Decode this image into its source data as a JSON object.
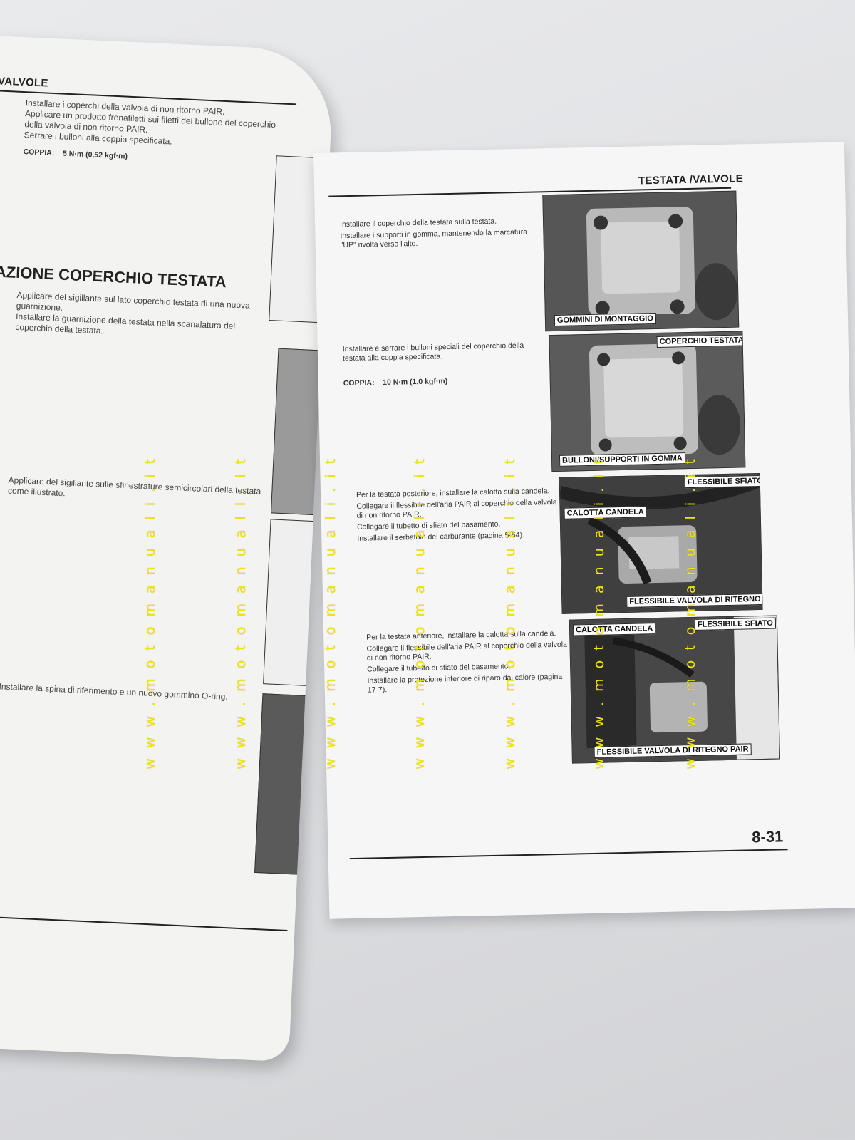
{
  "right_page": {
    "header": "TESTATA /VALVOLE",
    "page_number": "8-31",
    "block1": [
      "Installare il coperchio della testata sulla testata.",
      "Installare i supporti in gomma, mantenendo la marcatura \"UP\" rivolta verso l'alto."
    ],
    "block2": [
      "Installare e serrare i bulloni speciali del coperchio della testata alla coppia specificata."
    ],
    "torque2_label": "COPPIA:",
    "torque2_value": "10 N·m (1,0 kgf·m)",
    "block3": [
      "Per la testata posteriore, installare la calotta sulla candela.",
      "Collegare il flessibile dell'aria PAIR al coperchio della valvola di non ritorno PAIR.",
      "Collegare il tubetto di sfiato del basamento.",
      "Installare il serbatoio del carburante (pagina 5-54)."
    ],
    "block4": [
      "Per la testata anteriore, installare la calotta sulla candela.",
      "Collegare il flessibile dell'aria PAIR al coperchio della valvola di non ritorno PAIR.",
      "Collegare il tubetto di sfiato del basamento.",
      "Installare la protezione inferiore di riparo dal calore (pagina 17-7)."
    ],
    "callouts": {
      "gommini": "GOMMINI DI MONTAGGIO",
      "coperchio": "COPERCHIO TESTATA",
      "bulloni": "BULLONI/SUPPORTI IN GOMMA",
      "sfiato1": "FLESSIBILE SFIATO",
      "calotta1": "CALOTTA CANDELA",
      "pair1": "FLESSIBILE VALVOLA DI RITEGNO PAIR",
      "calotta2": "CALOTTA CANDELA",
      "sfiato2": "FLESSIBILE SFIATO",
      "pair2": "FLESSIBILE VALVOLA DI RITEGNO PAIR"
    }
  },
  "left_page": {
    "header": "VALVOLE",
    "block1": [
      "Installare i coperchi della valvola di non ritorno PAIR.",
      "Applicare un prodotto frenafiletti sui filetti del bullone del coperchio della valvola di non ritorno PAIR.",
      "Serrare i bulloni alla coppia specificata."
    ],
    "torque_label": "COPPIA:",
    "torque_value": "5 N·m (0,52 kgf·m)",
    "section_title": "AZIONE COPERCHIO TESTATA",
    "block2": [
      "Applicare del sigillante sul lato coperchio testata di una nuova guarnizione.",
      "Installare la guarnizione della testata nella scanalatura del coperchio della testata."
    ],
    "block3": [
      "Applicare del sigillante sulle sfinestrature semicircolari della testata come illustrato."
    ],
    "block4": [
      "Installare la spina di riferimento e un nuovo gommino O-ring."
    ]
  },
  "watermark": "w w w . m o t o m a n u a l i . i t",
  "colors": {
    "watermark": "#f2e600",
    "paper": "#f6f6f6",
    "background": "#dcdde0"
  }
}
